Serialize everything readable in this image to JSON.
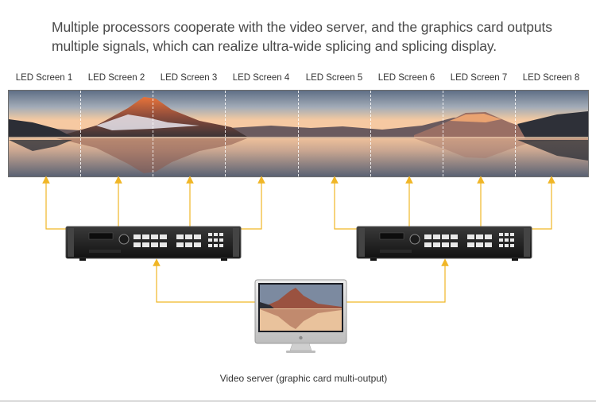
{
  "headline": {
    "line1": "Multiple processors cooperate with the video server, and the graphics card outputs",
    "line2": "multiple signals, which can realize ultra-wide splicing and splicing display."
  },
  "screens": [
    {
      "label": "LED Screen 1"
    },
    {
      "label": "LED Screen 2"
    },
    {
      "label": "LED Screen 3"
    },
    {
      "label": "LED Screen 4"
    },
    {
      "label": "LED Screen 5"
    },
    {
      "label": "LED Screen 6"
    },
    {
      "label": "LED Screen 7"
    },
    {
      "label": "LED Screen 8"
    }
  ],
  "processors": [
    {
      "name": "processor-left",
      "outputs_to": [
        "LED Screen 1",
        "LED Screen 2",
        "LED Screen 3",
        "LED Screen 4"
      ]
    },
    {
      "name": "processor-right",
      "outputs_to": [
        "LED Screen 5",
        "LED Screen 6",
        "LED Screen 7",
        "LED Screen 8"
      ]
    }
  ],
  "server": {
    "caption": "Video server (graphic card multi-output)",
    "icon": "monitor-icon"
  },
  "colors": {
    "connector": "#f0b626",
    "device": "#222222",
    "text": "#4a4a4a"
  }
}
